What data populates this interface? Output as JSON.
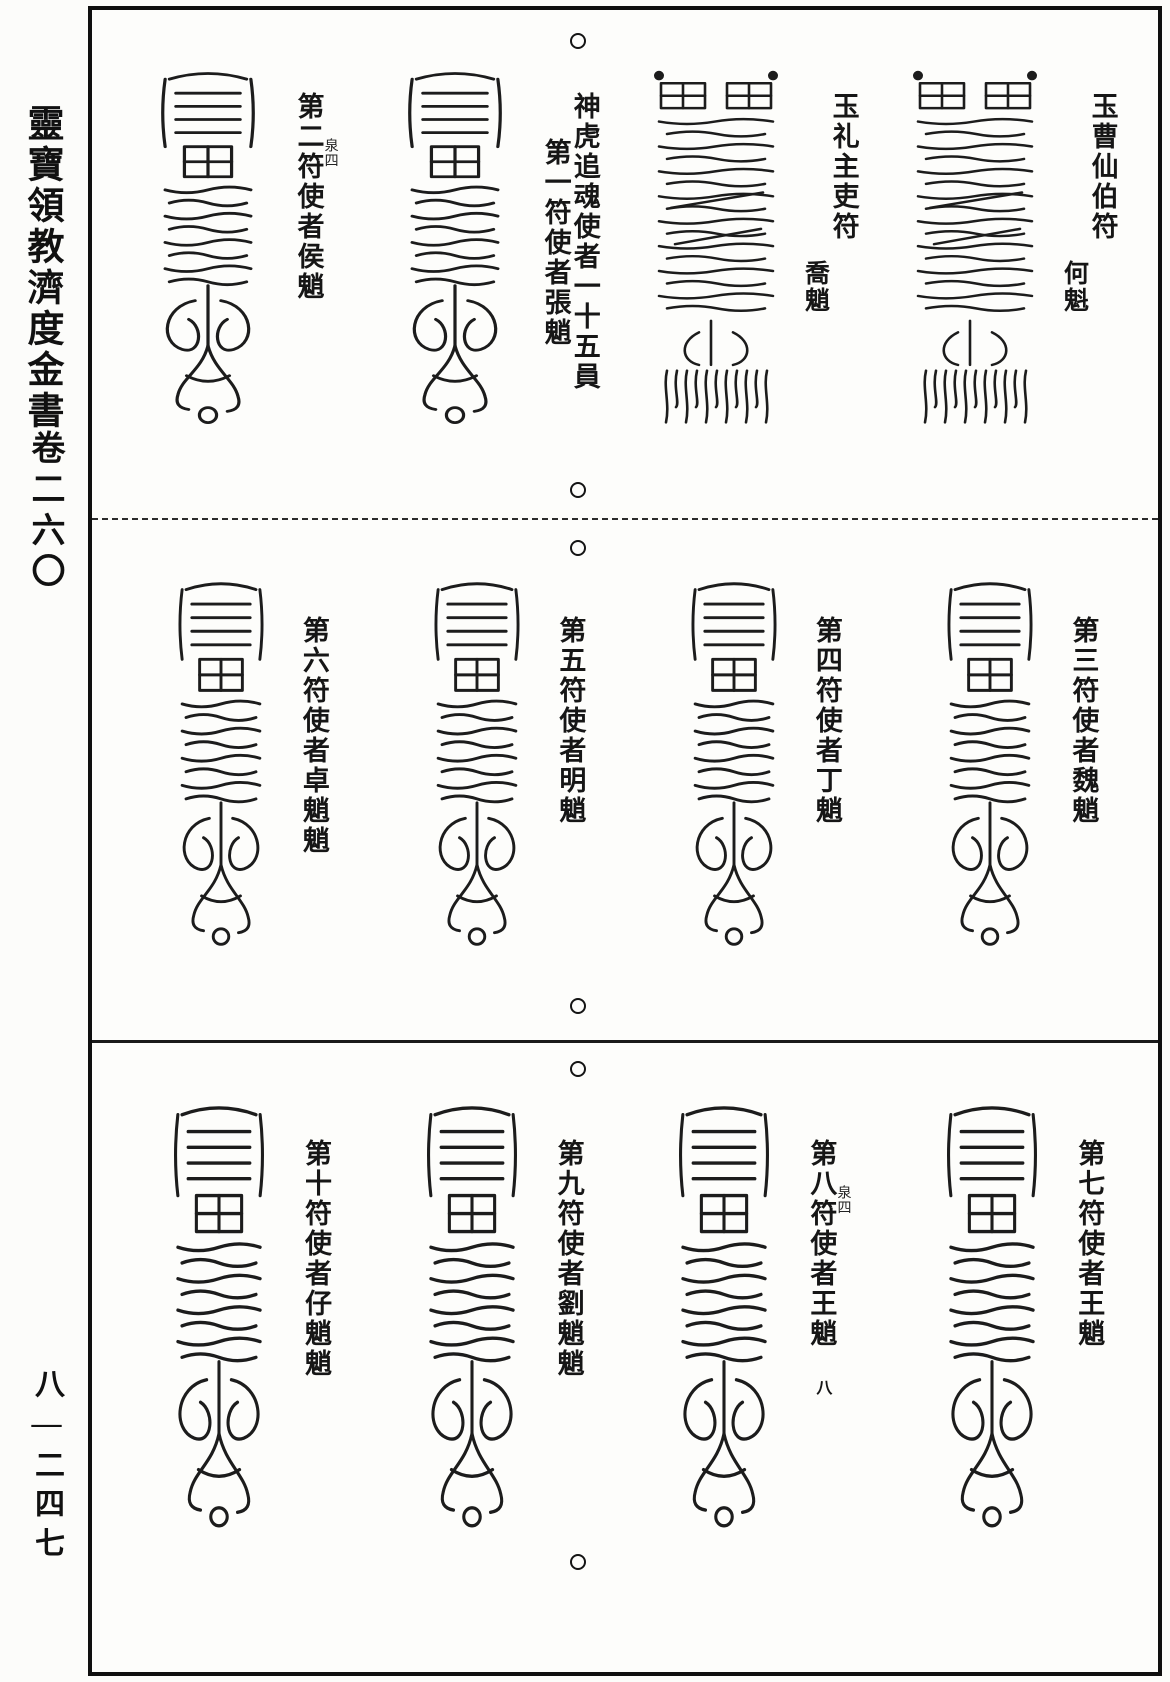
{
  "margin": {
    "title": "靈寶領教濟度金書",
    "volume": "卷二六〇",
    "page_no": "八—二四七"
  },
  "registers": [
    {
      "items": [
        {
          "caption": "玉曹仙伯符",
          "name": "何魁"
        },
        {
          "caption": "玉礼主吏符",
          "name": "喬魈"
        },
        {
          "caption": "神虎追魂使者一十五員",
          "caption2": "第一符使者張魈"
        },
        {
          "caption": "第二符使者侯魈",
          "note": "泉四"
        }
      ]
    },
    {
      "items": [
        {
          "caption": "第三符使者魏魈"
        },
        {
          "caption": "第四符使者丁魈"
        },
        {
          "caption": "第五符使者明魈"
        },
        {
          "caption": "第六符使者卓魈魈"
        }
      ]
    },
    {
      "items": [
        {
          "caption": "第七符使者王魈"
        },
        {
          "caption": "第八符使者王魈",
          "note": "泉四",
          "sub": "八"
        },
        {
          "caption": "第九符使者劉魈魈"
        },
        {
          "caption": "第十符使者仔魈魈"
        }
      ]
    }
  ]
}
